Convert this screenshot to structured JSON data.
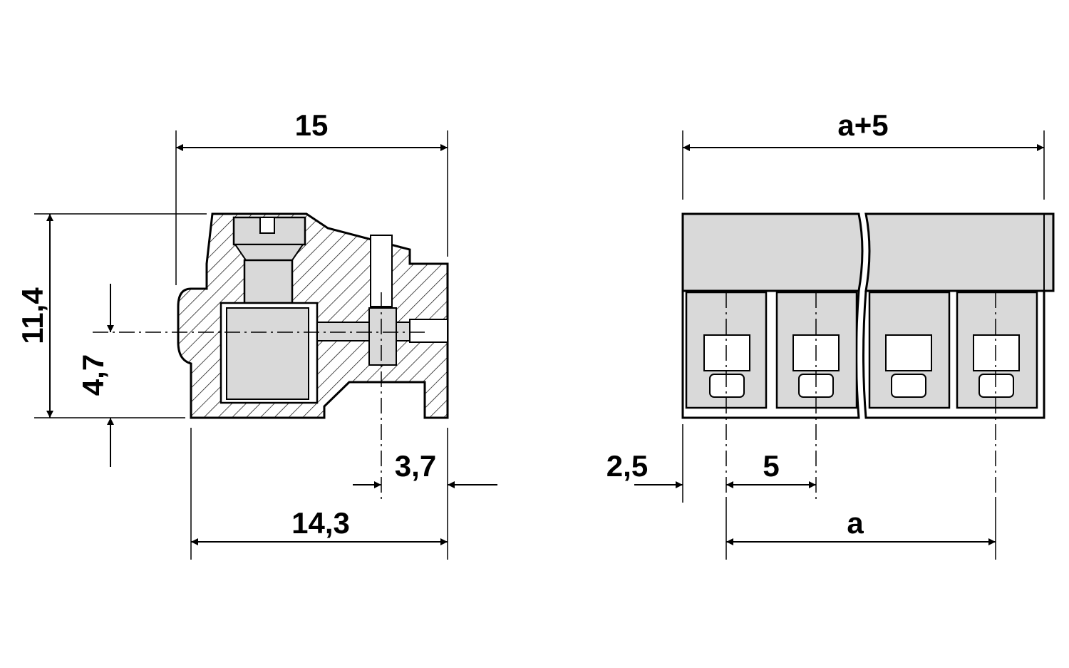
{
  "side_view": {
    "dims": {
      "width_top": "15",
      "height_total": "11,4",
      "pin_height": "4,7",
      "pin_offset": "3,7",
      "width_bottom": "14,3"
    }
  },
  "front_view": {
    "dims": {
      "total_width": "a+5",
      "edge_offset": "2,5",
      "pitch": "5",
      "span": "a"
    }
  },
  "colors": {
    "fill_gray": "#d9d9d9",
    "stroke": "#000000"
  }
}
